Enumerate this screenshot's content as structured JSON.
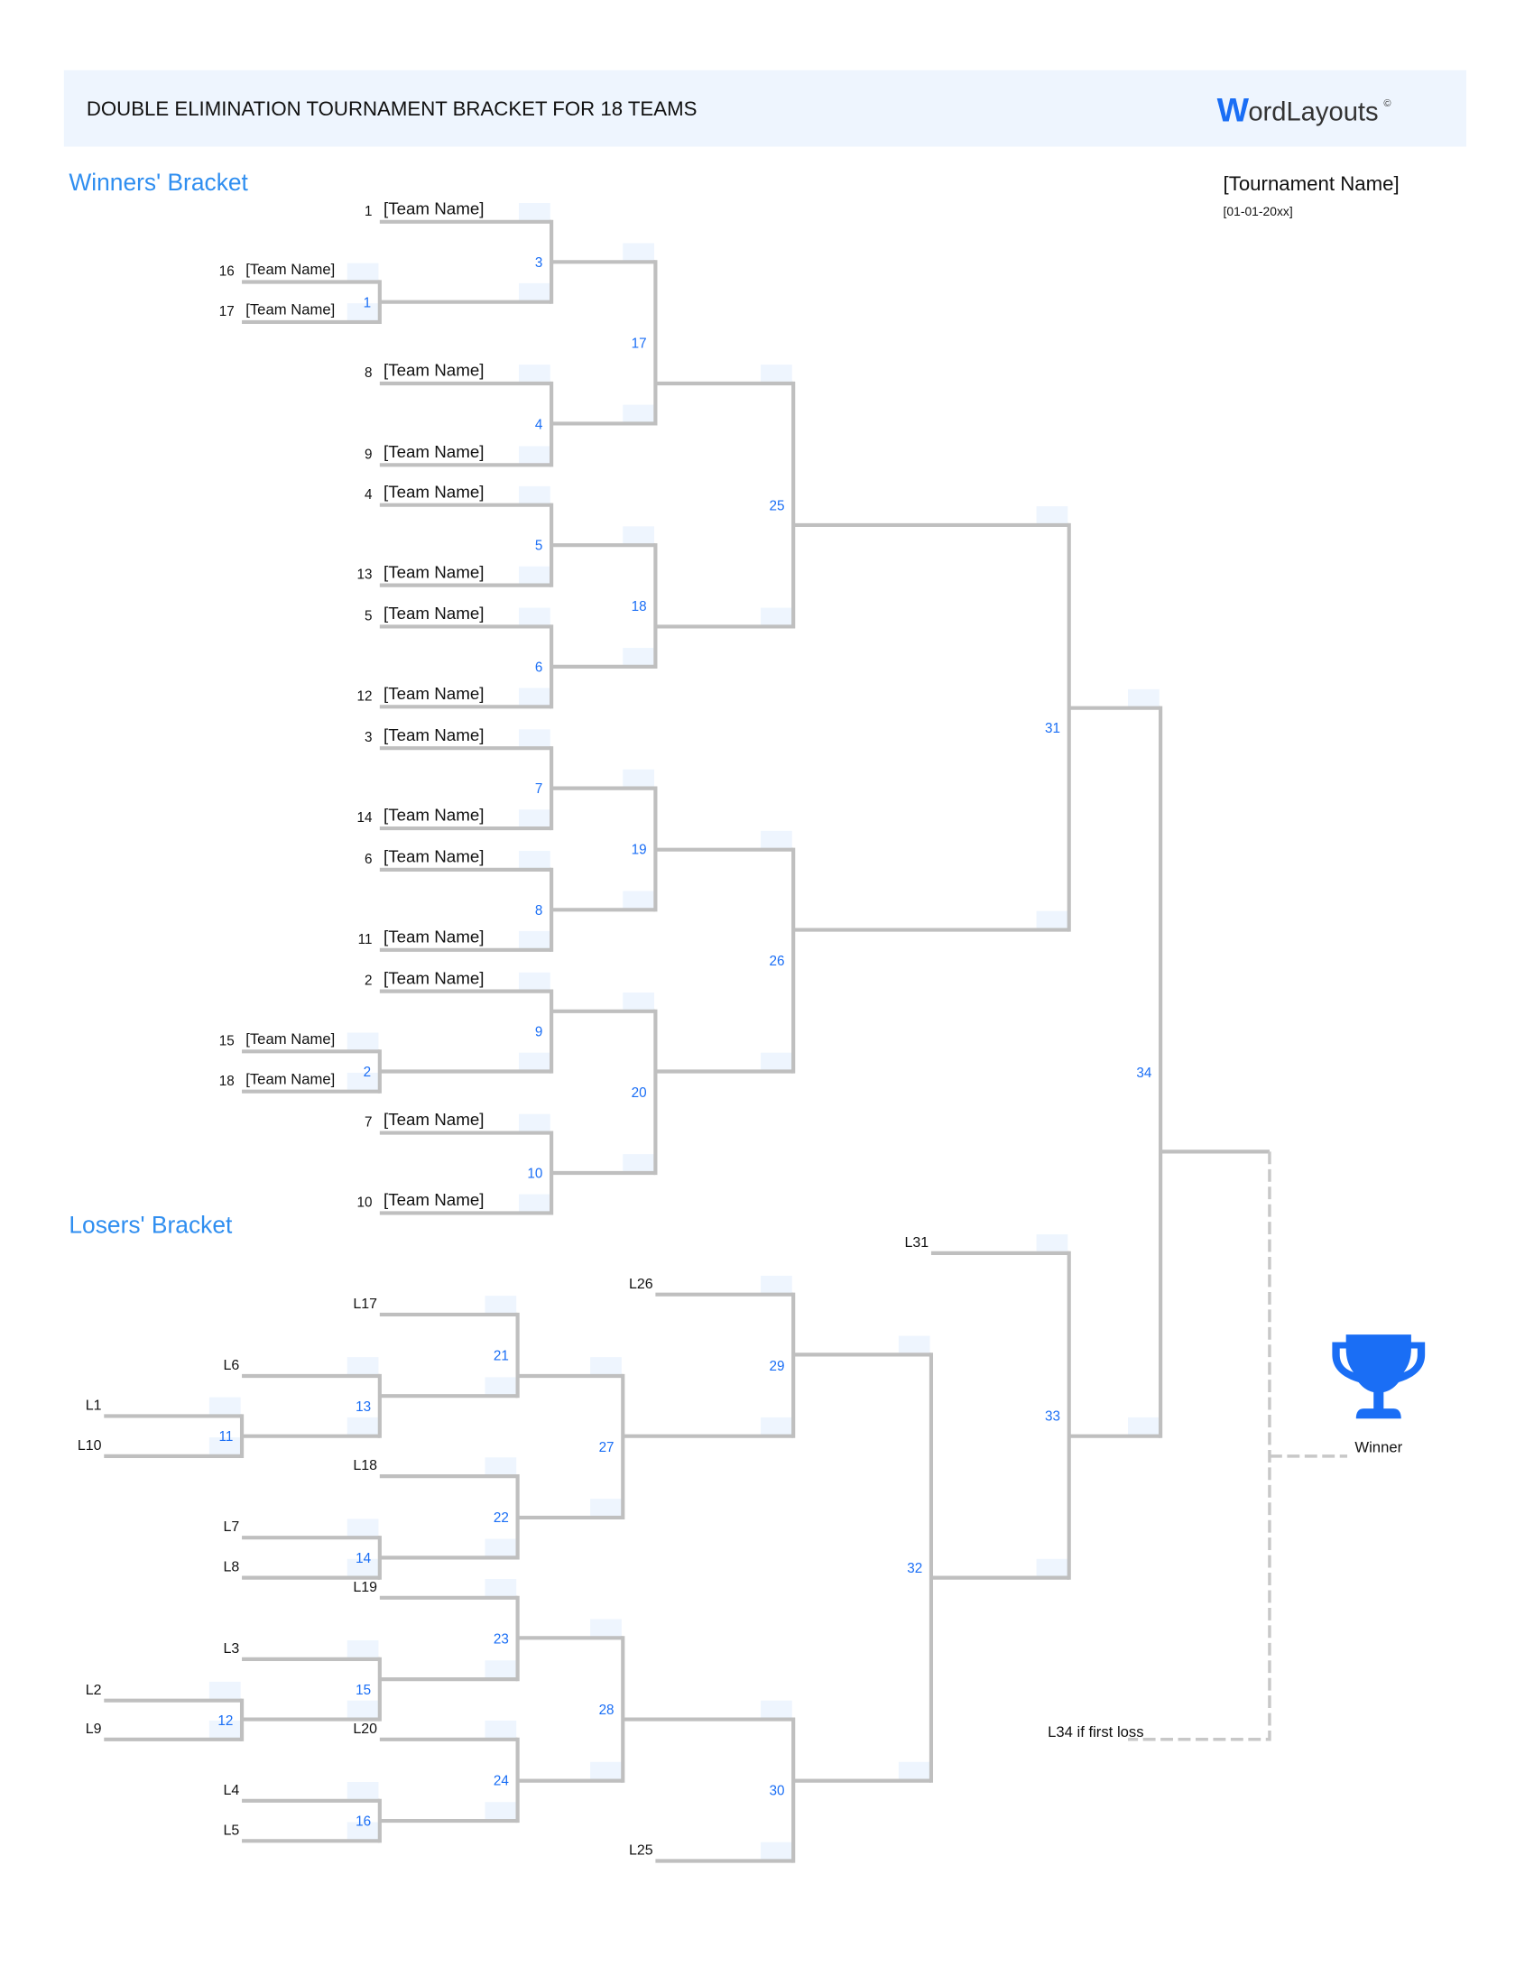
{
  "header": {
    "title": "DOUBLE ELIMINATION TOURNAMENT BRACKET FOR 18 TEAMS",
    "logo_text": "WordLayouts",
    "logo_mark": "©"
  },
  "tournament": {
    "name": "[Tournament Name]",
    "date": "[01-01-20xx]"
  },
  "winners_heading": "Winners' Bracket",
  "losers_heading": "Losers' Bracket",
  "winners_slots": [
    {
      "seed": "1",
      "name": "[Team Name]"
    },
    {
      "seed": "16",
      "name": "[Team Name]"
    },
    {
      "seed": "17",
      "name": "[Team Name]"
    },
    {
      "seed": "8",
      "name": "[Team Name]"
    },
    {
      "seed": "9",
      "name": "[Team Name]"
    },
    {
      "seed": "4",
      "name": "[Team Name]"
    },
    {
      "seed": "13",
      "name": "[Team Name]"
    },
    {
      "seed": "5",
      "name": "[Team Name]"
    },
    {
      "seed": "12",
      "name": "[Team Name]"
    },
    {
      "seed": "3",
      "name": "[Team Name]"
    },
    {
      "seed": "14",
      "name": "[Team Name]"
    },
    {
      "seed": "6",
      "name": "[Team Name]"
    },
    {
      "seed": "11",
      "name": "[Team Name]"
    },
    {
      "seed": "2",
      "name": "[Team Name]"
    },
    {
      "seed": "15",
      "name": "[Team Name]"
    },
    {
      "seed": "18",
      "name": "[Team Name]"
    },
    {
      "seed": "7",
      "name": "[Team Name]"
    },
    {
      "seed": "10",
      "name": "[Team Name]"
    }
  ],
  "winners_matches": [
    "1",
    "3",
    "4",
    "17",
    "5",
    "6",
    "18",
    "25",
    "7",
    "8",
    "19",
    "2",
    "9",
    "10",
    "20",
    "26",
    "31",
    "34"
  ],
  "losers_slots": [
    "L1",
    "L10",
    "L6",
    "L17",
    "L7",
    "L8",
    "L18",
    "L26",
    "L2",
    "L9",
    "L3",
    "L19",
    "L4",
    "L5",
    "L20",
    "L25",
    "L31"
  ],
  "losers_matches": [
    "11",
    "13",
    "21",
    "14",
    "22",
    "27",
    "29",
    "12",
    "15",
    "23",
    "16",
    "24",
    "28",
    "30",
    "32",
    "33"
  ],
  "final": {
    "winner_label": "Winner",
    "if_first_loss": "L34 if first loss"
  },
  "colors": {
    "accent": "#1a6ef5",
    "heading": "#2f8ef0",
    "line": "#bfbfbf",
    "header_bg": "#eef5fe",
    "box": "#eef5fe"
  }
}
